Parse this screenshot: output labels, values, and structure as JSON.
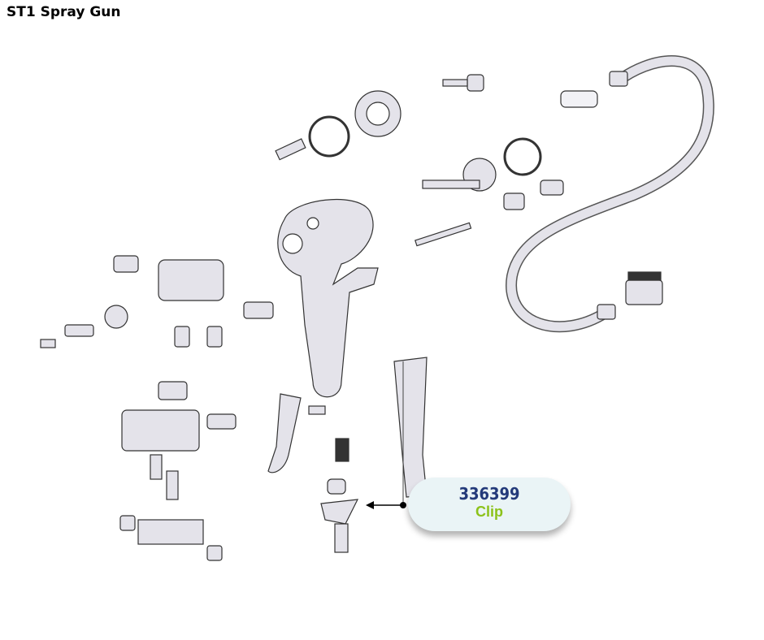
{
  "title": "ST1 Spray Gun",
  "callout": {
    "part_number": "336399",
    "label": "Clip"
  }
}
